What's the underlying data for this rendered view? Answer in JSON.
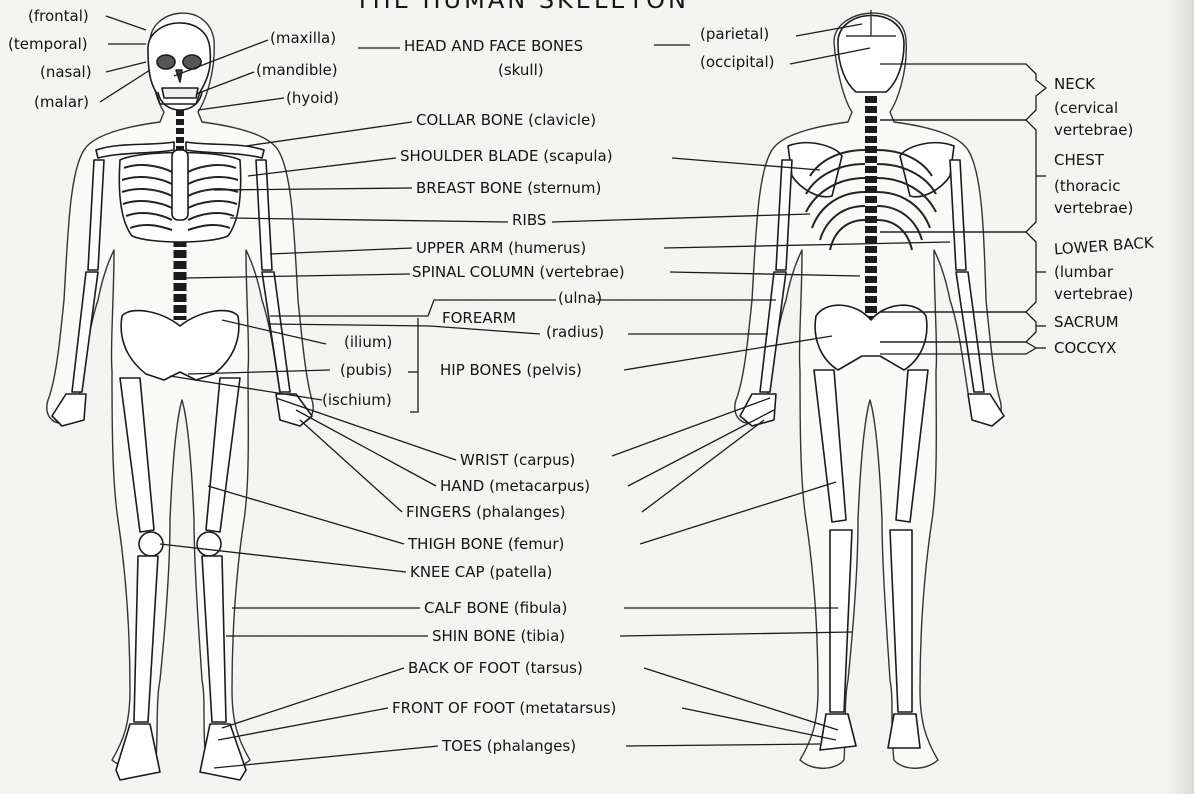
{
  "title": "THE HUMAN SKELETON",
  "colors": {
    "bone_fill": "#ffffff",
    "bone_shade": "#cfcfcf",
    "ink": "#1a1a1a",
    "paper": "#f4f4f2"
  },
  "labels": {
    "frontal": "(frontal)",
    "temporal": "(temporal)",
    "nasal": "(nasal)",
    "malar": "(malar)",
    "maxilla": "(maxilla)",
    "mandible": "(mandible)",
    "hyoid": "(hyoid)",
    "head_face": "HEAD AND FACE BONES",
    "skull": "(skull)",
    "parietal": "(parietal)",
    "occipital": "(occipital)",
    "collar": "COLLAR BONE (clavicle)",
    "shoulder": "SHOULDER BLADE (scapula)",
    "breast": "BREAST BONE (sternum)",
    "ribs": "RIBS",
    "upper_arm": "UPPER ARM (humerus)",
    "spinal": "SPINAL COLUMN (vertebrae)",
    "ulna": "(ulna)",
    "forearm": "FOREARM",
    "radius": "(radius)",
    "ilium": "(ilium)",
    "pubis": "(pubis)",
    "ischium": "(ischium)",
    "hip": "HIP BONES (pelvis)",
    "wrist": "WRIST (carpus)",
    "hand": "HAND (metacarpus)",
    "fingers": "FINGERS (phalanges)",
    "thigh": "THIGH BONE (femur)",
    "knee": "KNEE CAP (patella)",
    "calf": "CALF BONE (fibula)",
    "shin": "SHIN BONE (tibia)",
    "back_foot": "BACK OF FOOT (tarsus)",
    "front_foot": "FRONT OF FOOT (metatarsus)",
    "toes": "TOES (phalanges)",
    "neck": "NECK",
    "cervical_1": "(cervical",
    "cervical_2": "vertebrae)",
    "chest": "CHEST",
    "thoracic_1": "(thoracic",
    "thoracic_2": "vertebrae)",
    "lower_back": "LOWER BACK",
    "lumbar_1": "(lumbar",
    "lumbar_2": "vertebrae)",
    "sacrum": "SACRUM",
    "coccyx": "COCCYX"
  }
}
